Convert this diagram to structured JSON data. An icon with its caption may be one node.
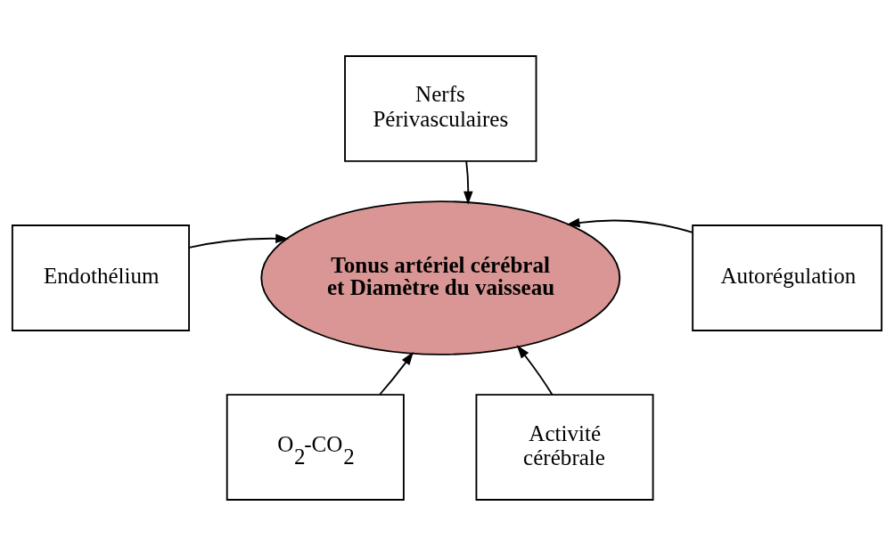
{
  "diagram": {
    "nodes": [
      {
        "text": [
          "Nerfs Périvasculaires"
        ]
      },
      {
        "text": [
          "Endothélium"
        ]
      },
      {
        "text": [
          "Tonus artériel cérébral et Diamètre du vaisseau"
        ]
      },
      {
        "text": [
          "Autorégulation"
        ]
      },
      {
        "text": [
          "O$_{2}$-CO$_{2}$"
        ]
      },
      {
        "text": [
          "Activité cérébrale"
        ]
      }
    ],
    "edges": [
      {
        "from": 0,
        "to": 2,
        "arrow": "to"
      },
      {
        "from": 1,
        "to": 2,
        "arrow": "to"
      },
      {
        "from": 3,
        "to": 2,
        "arrow": "to"
      },
      {
        "from": 4,
        "to": 2,
        "arrow": "to"
      },
      {
        "from": 5,
        "to": 2,
        "arrow": "to"
      }
    ]
  }
}
